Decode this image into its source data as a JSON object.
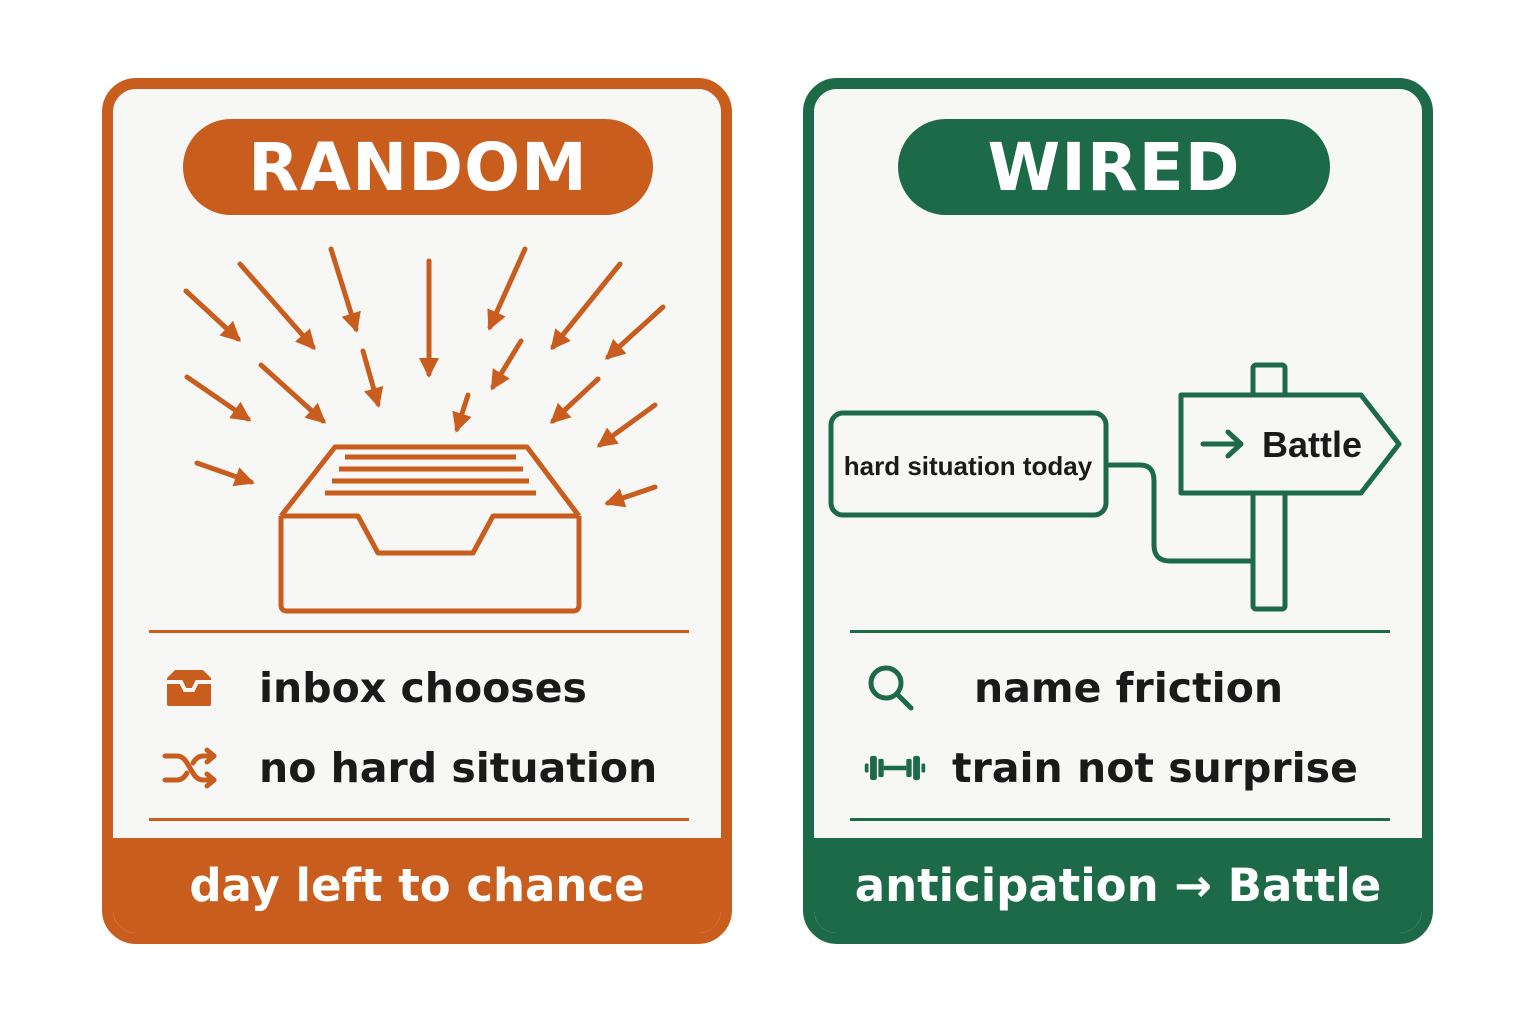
{
  "cards": {
    "random": {
      "title": "RANDOM",
      "items": [
        {
          "icon": "inbox-icon",
          "label": "inbox chooses"
        },
        {
          "icon": "shuffle-icon",
          "label": "no hard situation"
        }
      ],
      "footer": "day left to chance",
      "color": "#c95d1e"
    },
    "wired": {
      "title": "WIRED",
      "diagram": {
        "source_label": "hard situation today",
        "sign_label": "Battle"
      },
      "items": [
        {
          "icon": "magnifier-icon",
          "label": "name friction"
        },
        {
          "icon": "dumbbell-icon",
          "label": "train not surprise"
        }
      ],
      "footer": "anticipation → Battle",
      "color": "#1d6a48"
    }
  }
}
